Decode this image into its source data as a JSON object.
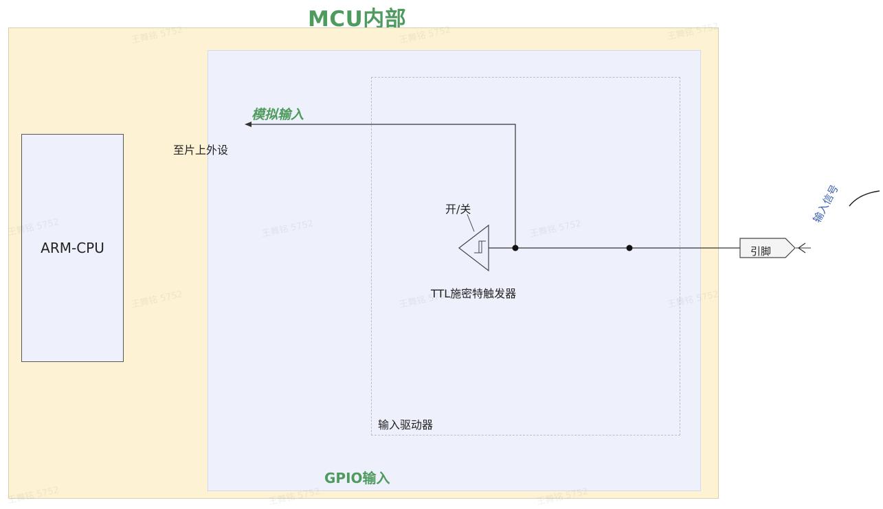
{
  "title": "MCU内部",
  "cpu": {
    "label": "ARM-CPU"
  },
  "gpio": {
    "label": "GPIO输入"
  },
  "driver": {
    "label": "输入驱动器"
  },
  "analog": {
    "label": "模拟输入"
  },
  "peripheral": {
    "label": "至片上外设"
  },
  "trigger": {
    "switch_label": "开/关",
    "name": "TTL施密特触发器"
  },
  "pin": {
    "label": "引脚"
  },
  "signal": {
    "label": "输入信号"
  },
  "watermark": "王舞铭 5752",
  "colors": {
    "title_green": "#4f9a5e",
    "mcu_bg": "#fdf3d4",
    "gpio_bg": "#eef1fb",
    "signal_blue": "#3f5fb0"
  }
}
